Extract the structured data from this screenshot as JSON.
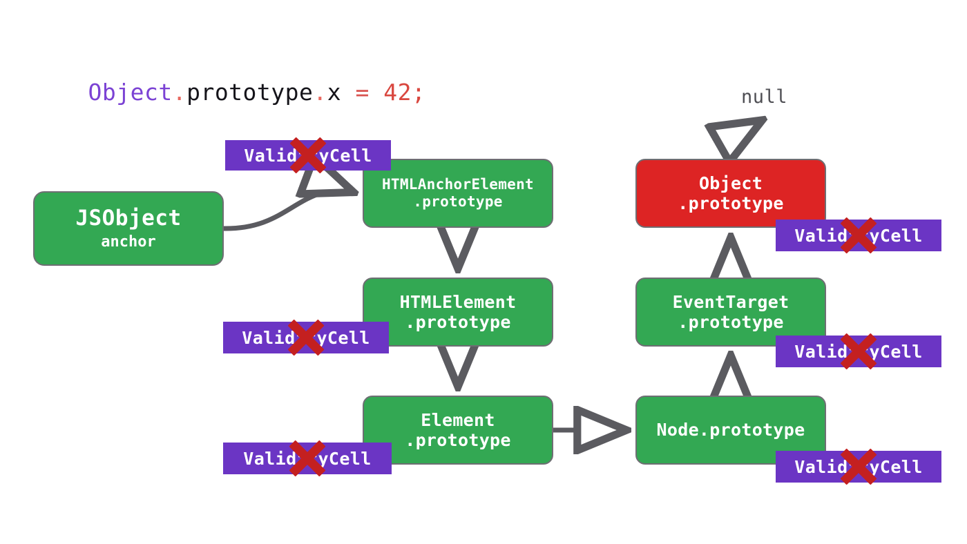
{
  "code": {
    "tokens": [
      {
        "text": "Object",
        "kind": "obj"
      },
      {
        "text": ".",
        "kind": "dot"
      },
      {
        "text": "prototype",
        "kind": "plain"
      },
      {
        "text": ".",
        "kind": "dot"
      },
      {
        "text": "x",
        "kind": "plain"
      },
      {
        "text": " ",
        "kind": "plain"
      },
      {
        "text": "=",
        "kind": "op"
      },
      {
        "text": " ",
        "kind": "plain"
      },
      {
        "text": "42",
        "kind": "num"
      },
      {
        "text": ";",
        "kind": "semi"
      }
    ],
    "full_text": "Object.prototype.x = 42;"
  },
  "labels": {
    "null": "null"
  },
  "nodes": {
    "jsobject": {
      "line1": "JSObject",
      "line2": "anchor",
      "color": "#33A853",
      "kind": "green"
    },
    "htmlanchor": {
      "line1": "HTMLAnchorElement",
      "line2": ".prototype",
      "color": "#33A853",
      "kind": "green"
    },
    "htmlelement": {
      "line1": "HTMLElement",
      "line2": ".prototype",
      "color": "#33A853",
      "kind": "green"
    },
    "element": {
      "line1": "Element",
      "line2": ".prototype",
      "color": "#33A853",
      "kind": "green"
    },
    "objectproto": {
      "line1": "Object",
      "line2": ".prototype",
      "color": "#DD2424",
      "kind": "red"
    },
    "eventtarget": {
      "line1": "EventTarget",
      "line2": ".prototype",
      "color": "#33A853",
      "kind": "green"
    },
    "nodeproto": {
      "line1": "Node.prototype",
      "line2": "",
      "color": "#33A853",
      "kind": "green"
    }
  },
  "validity_cells": [
    {
      "id": "vc-anchor",
      "label": "ValidityCell",
      "struck": true,
      "attached_to": "htmlanchor"
    },
    {
      "id": "vc-htmlel",
      "label": "ValidityCell",
      "struck": true,
      "attached_to": "htmlelement"
    },
    {
      "id": "vc-element",
      "label": "ValidityCell",
      "struck": true,
      "attached_to": "element"
    },
    {
      "id": "vc-objproto",
      "label": "ValidityCell",
      "struck": true,
      "attached_to": "objectproto"
    },
    {
      "id": "vc-evtarget",
      "label": "ValidityCell",
      "struck": true,
      "attached_to": "eventtarget"
    },
    {
      "id": "vc-nodeproto",
      "label": "ValidityCell",
      "struck": true,
      "attached_to": "nodeproto"
    }
  ],
  "edges": [
    {
      "from": "jsobject",
      "to": "htmlanchor",
      "style": "curved"
    },
    {
      "from": "htmlanchor",
      "to": "htmlelement",
      "style": "straight-down"
    },
    {
      "from": "htmlelement",
      "to": "element",
      "style": "straight-down"
    },
    {
      "from": "element",
      "to": "nodeproto",
      "style": "straight-right"
    },
    {
      "from": "nodeproto",
      "to": "eventtarget",
      "style": "straight-up"
    },
    {
      "from": "eventtarget",
      "to": "objectproto",
      "style": "straight-up"
    },
    {
      "from": "objectproto",
      "to": "null",
      "style": "curved-up"
    }
  ],
  "colors": {
    "green": "#33A853",
    "red": "#DD2424",
    "purple": "#6B35C4",
    "x_mark": "#C42020",
    "arrow": "#5B5B60",
    "border": "#6E6E73",
    "code_keyword": "#7B42D4",
    "code_punct": "#E8685F",
    "code_number": "#D9473F"
  }
}
